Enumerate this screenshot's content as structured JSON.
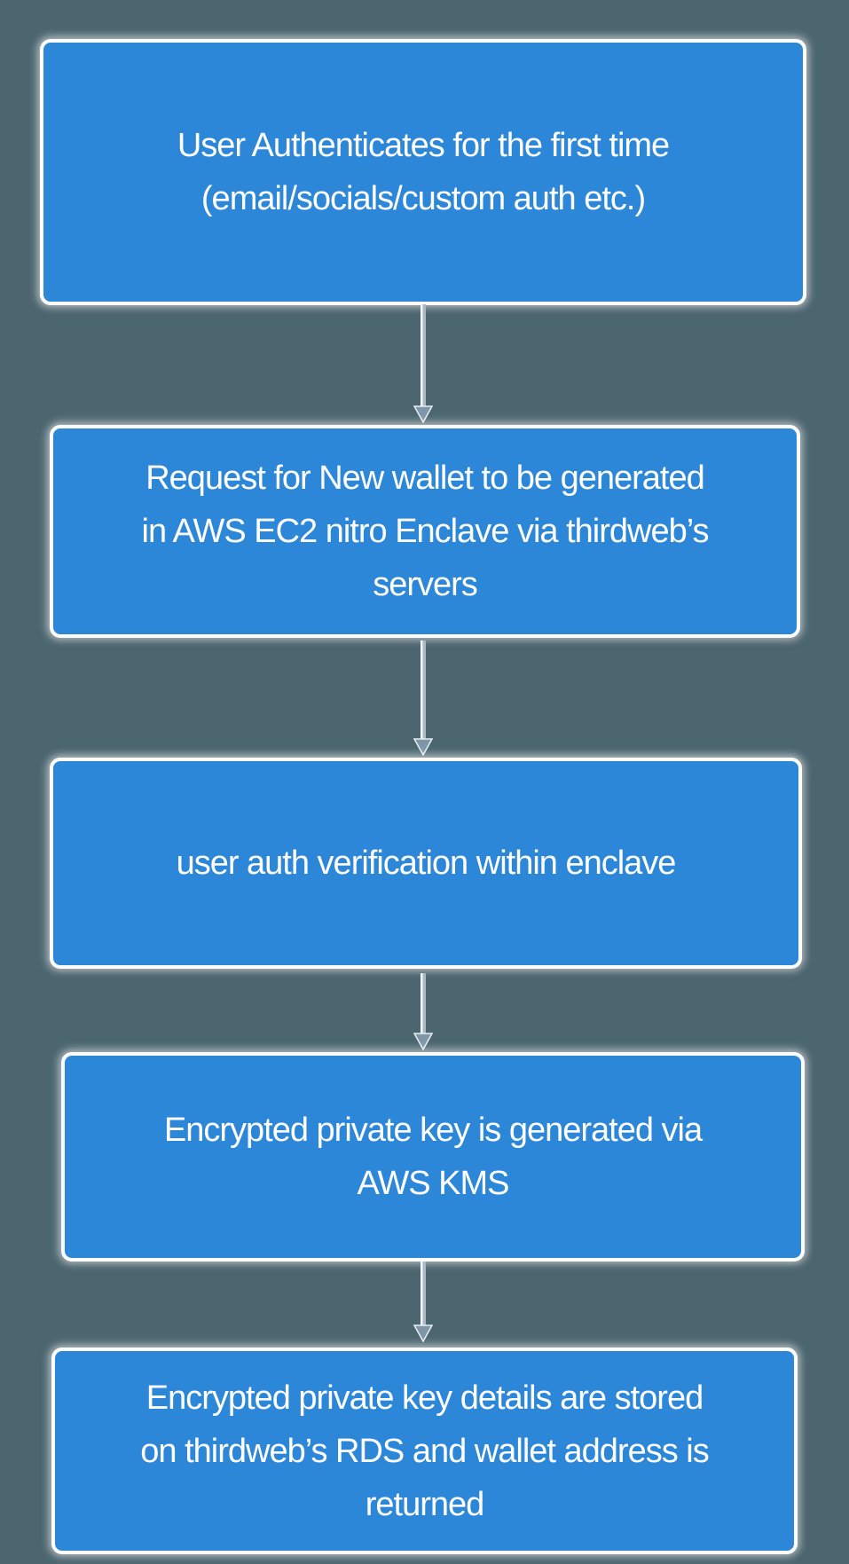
{
  "diagram": {
    "type": "flowchart",
    "direction": "top-down",
    "steps": [
      {
        "lines": [
          "User Authenticates for the first time",
          "(email/socials/custom auth etc.)"
        ]
      },
      {
        "lines": [
          "Request for New wallet to be generated",
          "in AWS EC2 nitro Enclave via thirdweb’s",
          "servers"
        ]
      },
      {
        "lines": [
          "user auth verification within enclave"
        ]
      },
      {
        "lines": [
          "Encrypted private key is generated via",
          "AWS KMS"
        ]
      },
      {
        "lines": [
          "Encrypted private key details are stored",
          "on thirdweb’s RDS and wallet address is",
          "returned"
        ]
      }
    ],
    "connections": [
      {
        "from": 1,
        "to": 2,
        "style": "arrow-down"
      },
      {
        "from": 2,
        "to": 3,
        "style": "arrow-down"
      },
      {
        "from": 3,
        "to": 4,
        "style": "arrow-down"
      },
      {
        "from": 4,
        "to": 5,
        "style": "arrow-down"
      }
    ],
    "colors": {
      "background": "#4c6670",
      "box_fill": "#2d87d8",
      "box_border": "#fdfdfd",
      "text": "#ffffff",
      "arrow_shaft": "#a9b9c6",
      "arrow_shaft_highlight": "#f4f7f9",
      "arrow_head": "#7f96a9"
    }
  }
}
